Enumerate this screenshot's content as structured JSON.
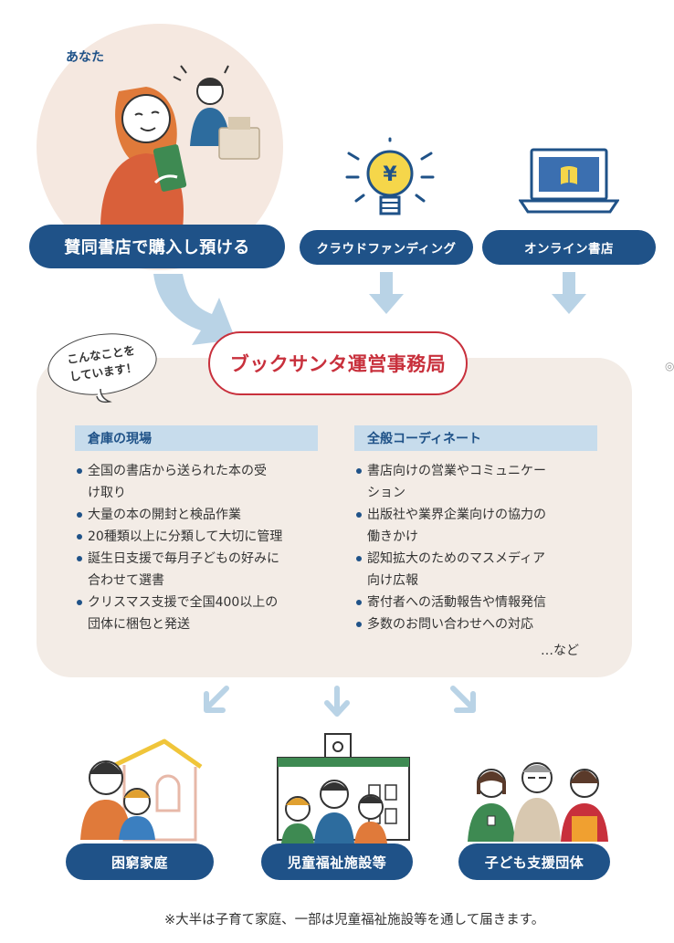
{
  "top": {
    "you_label": "あなた",
    "buy_label": "賛同書店で購入し預ける",
    "crowdfunding_label": "クラウドファンディング",
    "online_label": "オンライン書店"
  },
  "center": {
    "office_label": "ブックサンタ運営事務局",
    "bubble_line1": "こんなことを",
    "bubble_line2": "しています！"
  },
  "warehouse": {
    "title": "倉庫の現場",
    "items": [
      {
        "l1": "全国の書店から送られた本の受",
        "l2": "け取り"
      },
      {
        "l1": "大量の本の開封と検品作業"
      },
      {
        "l1": "20種類以上に分類して大切に管理"
      },
      {
        "l1": "誕生日支援で毎月子どもの好みに",
        "l2": "合わせて選書"
      },
      {
        "l1": "クリスマス支援で全国400以上の",
        "l2": "団体に梱包と発送"
      }
    ]
  },
  "coordinate": {
    "title": "全般コーディネート",
    "items": [
      {
        "l1": "書店向けの営業やコミュニケー",
        "l2": "ション"
      },
      {
        "l1": "出版社や業界企業向けの協力の",
        "l2": "働きかけ"
      },
      {
        "l1": "認知拡大のためのマスメディア",
        "l2": "向け広報"
      },
      {
        "l1": "寄付者への活動報告や情報発信"
      },
      {
        "l1": "多数のお問い合わせへの対応"
      }
    ],
    "etc": "…など"
  },
  "recipients": {
    "family_label": "困窮家庭",
    "facility_label": "児童福祉施設等",
    "support_label": "子ども支援団体"
  },
  "footnote": "※大半は子育て家庭、一部は児童福祉施設等を通して届きます。",
  "colors": {
    "navy": "#1f5288",
    "red": "#c8303c",
    "light_blue": "#b9d3e6",
    "beige": "#f3ece6",
    "pink": "#f5e8e0"
  }
}
